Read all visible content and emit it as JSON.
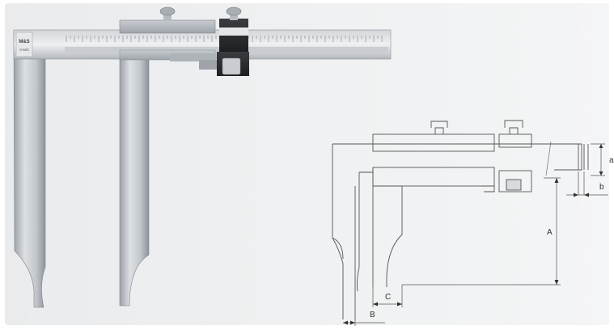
{
  "photo": {
    "brand_mark": "M&S",
    "model_mark": "0-500"
  },
  "drawing": {
    "dimension_labels": {
      "a": "a",
      "b": "b",
      "A": "A",
      "B": "B",
      "C": "C"
    }
  },
  "colors": {
    "steel_light": "#dcdfe2",
    "steel_mid": "#b9bec3",
    "steel_dark": "#8f959b",
    "slider_dark": "#2b2d30",
    "line": "#555555"
  }
}
